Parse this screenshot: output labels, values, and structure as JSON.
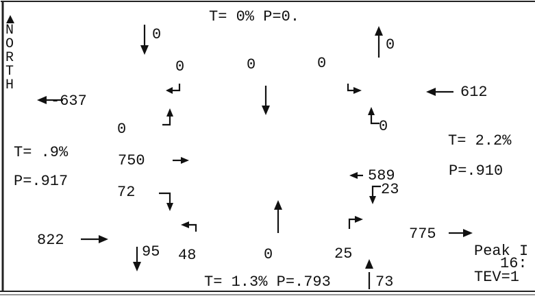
{
  "north": {
    "arrow_icon": "north-arrow-icon",
    "letters": [
      "N",
      "O",
      "R",
      "T",
      "H"
    ]
  },
  "top": {
    "summary": "T=    0% P=0.",
    "exit_left": "0",
    "entry_right": "0",
    "turns": [
      "0",
      "0",
      "0"
    ]
  },
  "left": {
    "exit": "-637",
    "t": "T=   .9%",
    "p": "P=.917",
    "turns": [
      "0",
      "750",
      "72"
    ],
    "entry": "822"
  },
  "right": {
    "exit": "612",
    "turns": [
      "0",
      "589",
      "23"
    ],
    "t": "T= 2.2%",
    "p": "P=.910",
    "entry": "775"
  },
  "bottom": {
    "turns": [
      "48",
      "0",
      "25"
    ],
    "exit": "95",
    "summary": "T= 1.3% P=.793",
    "entry": "73"
  },
  "cutoff": {
    "line1": "Peak I",
    "line2": "16:",
    "line3": "TEV=1"
  },
  "colors": {
    "ink": "#111111",
    "background": "#ffffff",
    "frame": "#222222"
  }
}
